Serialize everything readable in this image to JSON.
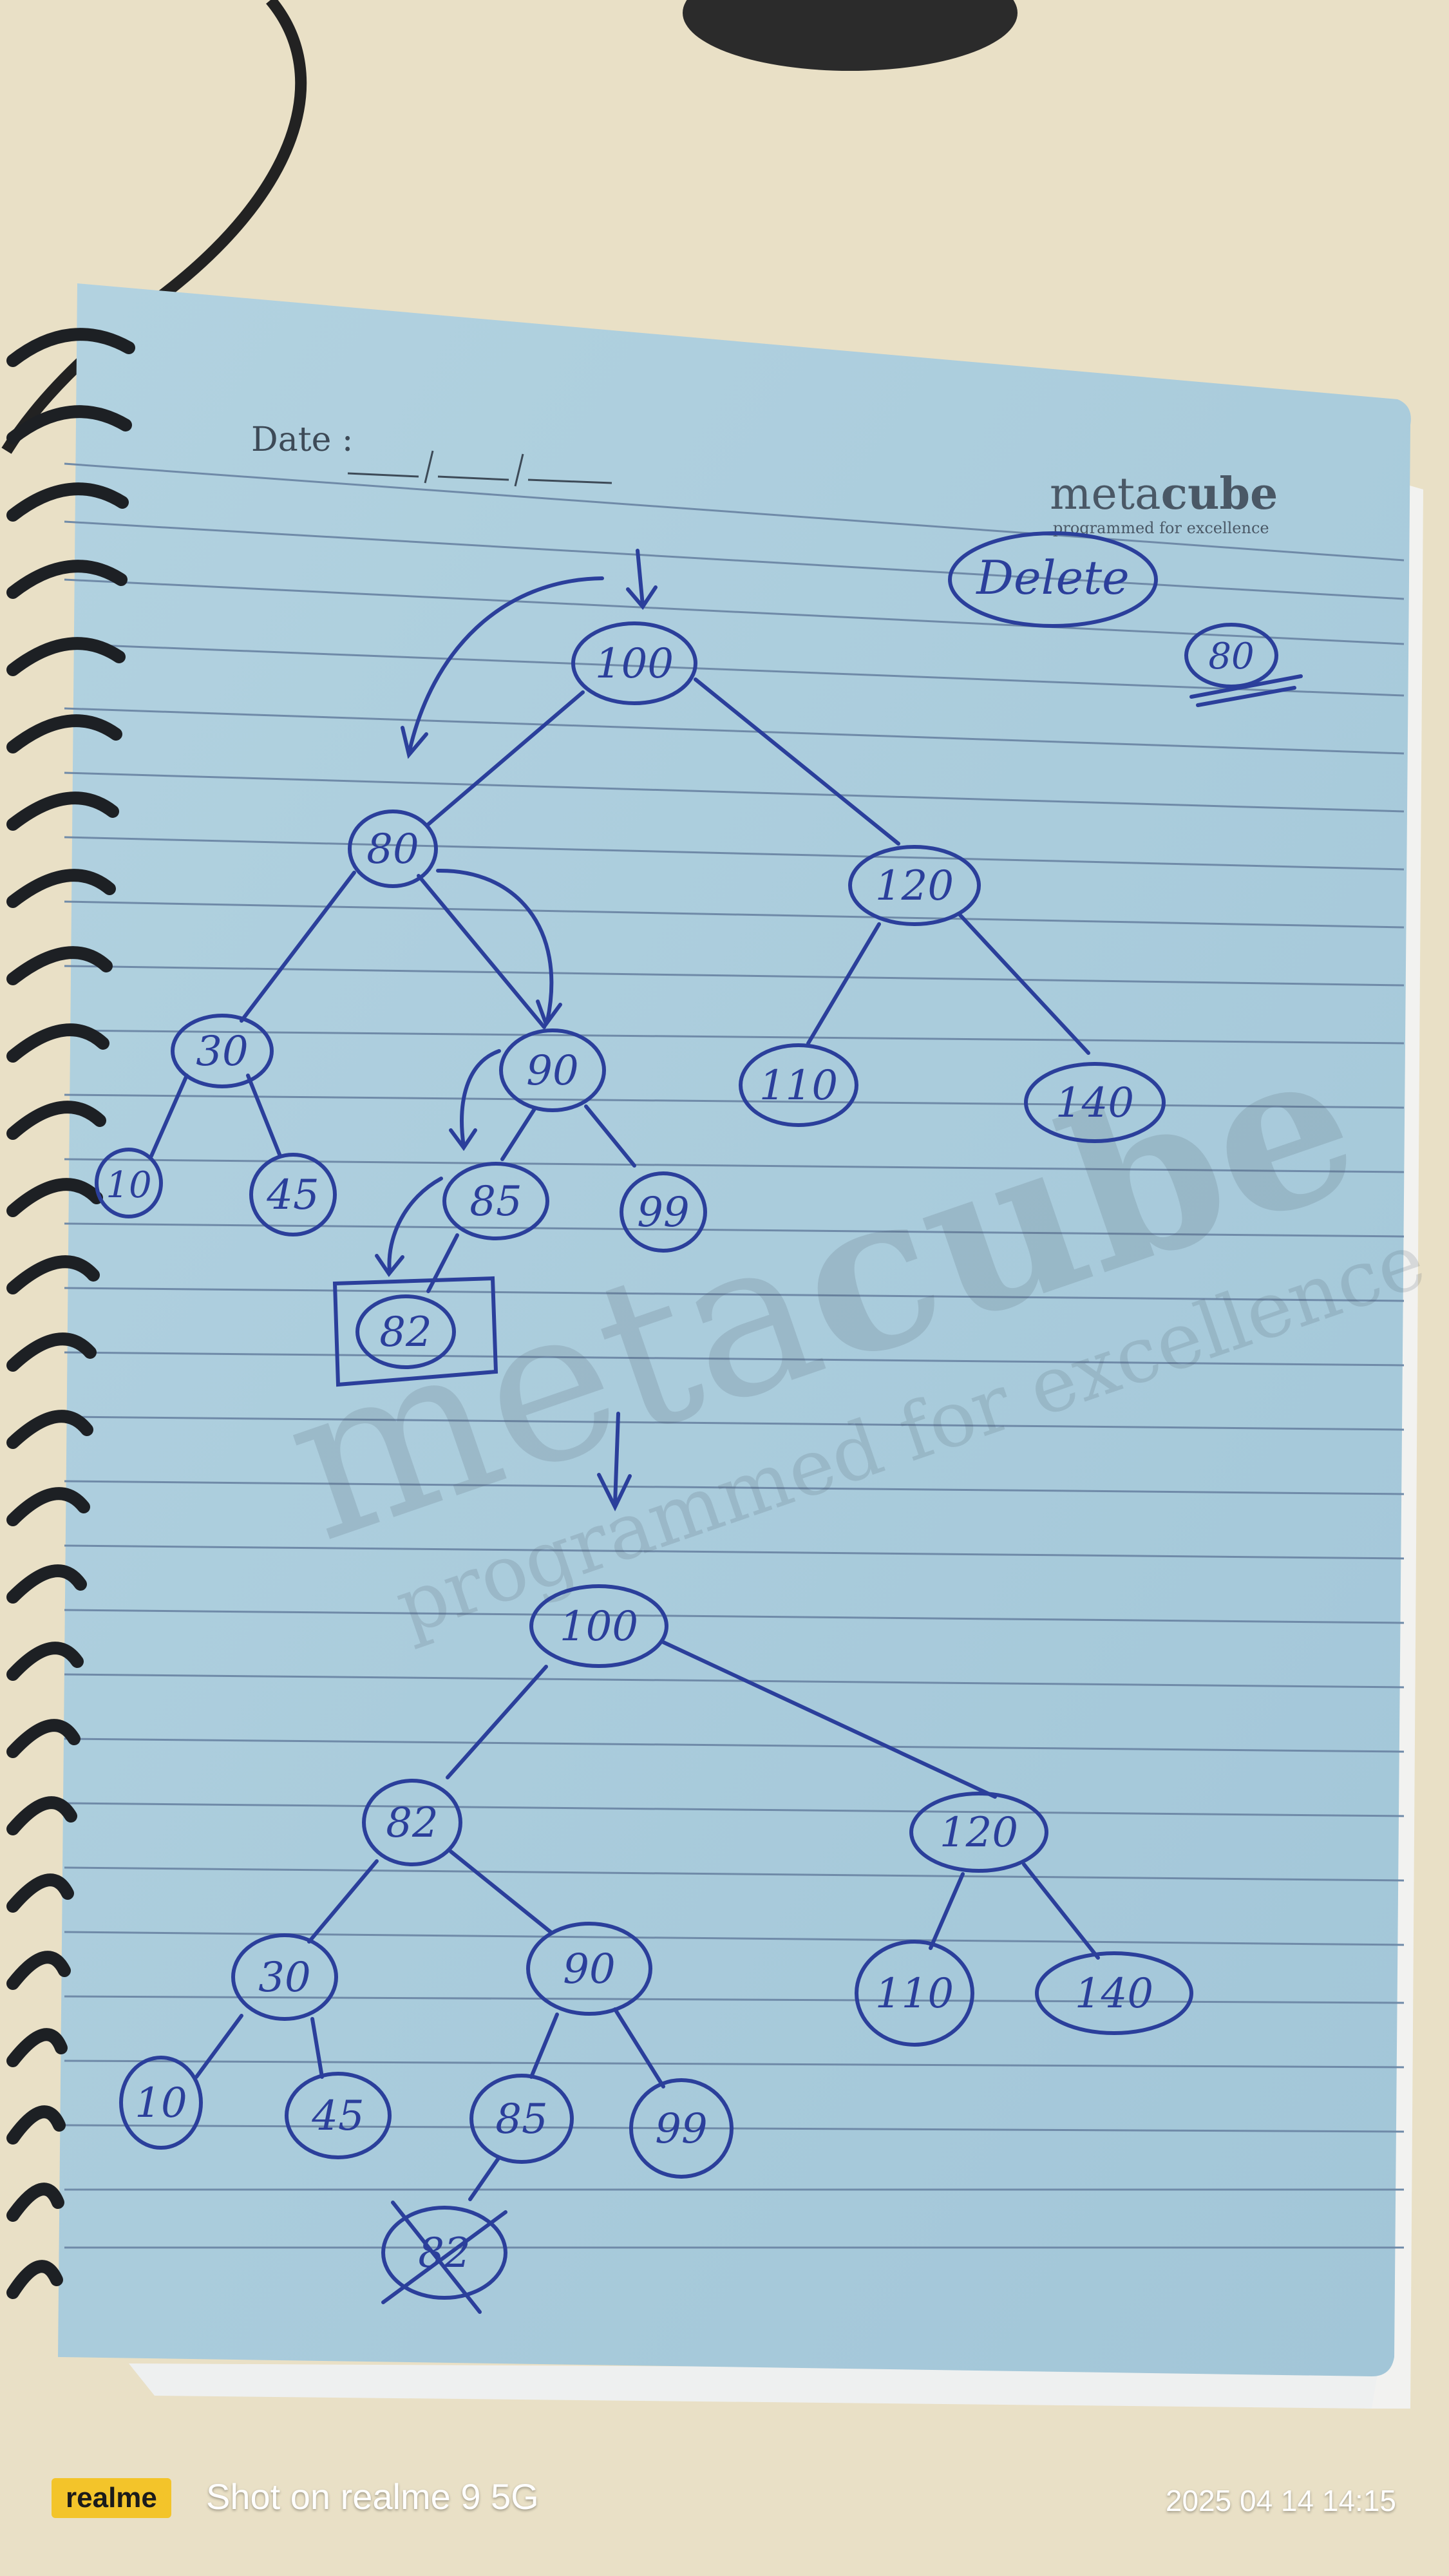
{
  "notebook": {
    "date_label": "Date :",
    "brand": {
      "light": "meta",
      "bold": "cube",
      "tagline": "programmed for excellence"
    },
    "watermark": {
      "light": "meta",
      "bold": "cube",
      "tagline": "programmed for excellence"
    }
  },
  "notes": {
    "title": "Delete",
    "target": "80"
  },
  "tree_before": {
    "root": "100",
    "l": "80",
    "r": "120",
    "ll": "30",
    "lr": "90",
    "rl": "110",
    "rr": "140",
    "lll": "10",
    "llr": "45",
    "lrl": "85",
    "lrr": "99",
    "lrll": "82"
  },
  "tree_after": {
    "root": "100",
    "l": "82",
    "r": "120",
    "ll": "30",
    "lr": "90",
    "rl": "110",
    "rr": "140",
    "lll": "10",
    "llr": "45",
    "lrl": "85",
    "lrr": "99",
    "lrll": "82"
  },
  "photo_footer": {
    "brand_badge": "realme",
    "camera_label": "Shot on realme 9 5G",
    "timestamp": "2025 04 14 14:15"
  },
  "colors": {
    "ink": "#2b3f9b",
    "paper": "#a9ccdc",
    "desk": "#e9e0c6",
    "spiral": "#1d2024"
  }
}
